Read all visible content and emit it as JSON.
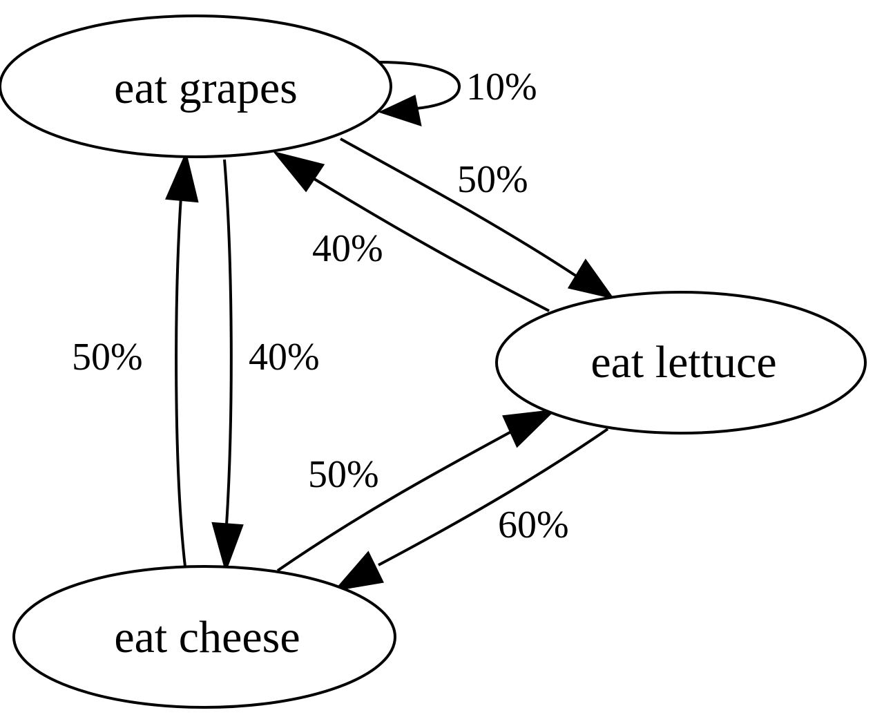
{
  "nodes": {
    "grapes": {
      "label": "eat grapes"
    },
    "lettuce": {
      "label": "eat lettuce"
    },
    "cheese": {
      "label": "eat cheese"
    }
  },
  "edges": {
    "grapes_to_grapes": {
      "from": "eat grapes",
      "to": "eat grapes",
      "label": "10%",
      "probability": 0.1
    },
    "grapes_to_lettuce": {
      "from": "eat grapes",
      "to": "eat lettuce",
      "label": "50%",
      "probability": 0.5
    },
    "lettuce_to_grapes": {
      "from": "eat lettuce",
      "to": "eat grapes",
      "label": "40%",
      "probability": 0.4
    },
    "cheese_to_grapes": {
      "from": "eat cheese",
      "to": "eat grapes",
      "label": "50%",
      "probability": 0.5
    },
    "grapes_to_cheese": {
      "from": "eat grapes",
      "to": "eat cheese",
      "label": "40%",
      "probability": 0.4
    },
    "cheese_to_lettuce": {
      "from": "eat cheese",
      "to": "eat lettuce",
      "label": "50%",
      "probability": 0.5
    },
    "lettuce_to_cheese": {
      "from": "eat lettuce",
      "to": "eat cheese",
      "label": "60%",
      "probability": 0.6
    }
  }
}
